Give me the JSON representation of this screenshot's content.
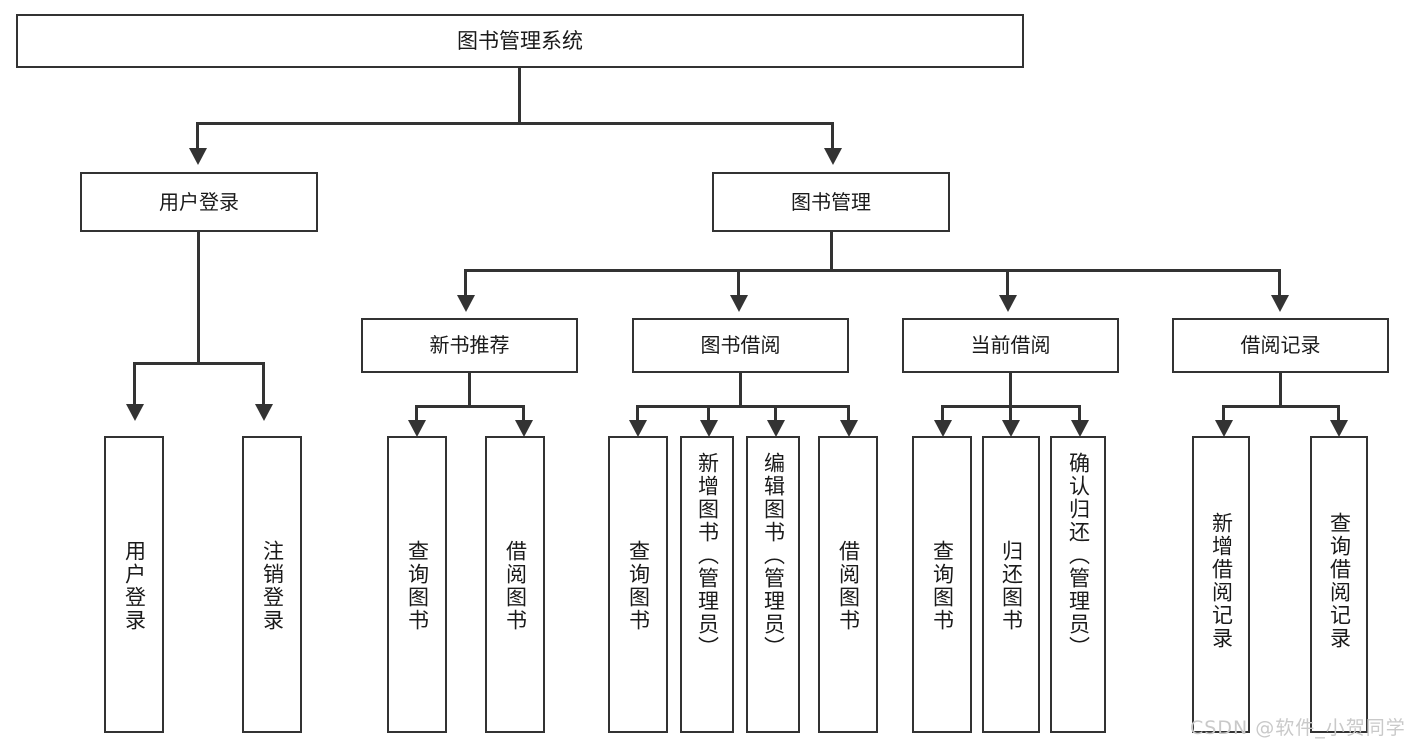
{
  "diagram": {
    "title": "图书管理系统",
    "root": {
      "label": "图书管理系统"
    },
    "level1": [
      {
        "label": "用户登录"
      },
      {
        "label": "图书管理"
      }
    ],
    "level2": [
      {
        "label": "新书推荐"
      },
      {
        "label": "图书借阅"
      },
      {
        "label": "当前借阅"
      },
      {
        "label": "借阅记录"
      }
    ],
    "leaves": {
      "user_login": [
        {
          "label": "用户登录"
        },
        {
          "label": "注销登录"
        }
      ],
      "new_book_recommend": [
        {
          "label": "查询图书"
        },
        {
          "label": "借阅图书"
        }
      ],
      "book_borrow": [
        {
          "label": "查询图书"
        },
        {
          "label": "新增图书（管理员）"
        },
        {
          "label": "编辑图书（管理员）"
        },
        {
          "label": "借阅图书"
        }
      ],
      "current_borrow": [
        {
          "label": "查询图书"
        },
        {
          "label": "归还图书"
        },
        {
          "label": "确认归还（管理员）"
        }
      ],
      "borrow_record": [
        {
          "label": "新增借阅记录"
        },
        {
          "label": "查询借阅记录"
        }
      ]
    }
  },
  "watermark": {
    "text": "CSDN @软件_小贺同学"
  },
  "colors": {
    "stroke": "#333333",
    "background": "#ffffff",
    "text": "#1a1a1a",
    "watermark": "#c9c9c9"
  }
}
